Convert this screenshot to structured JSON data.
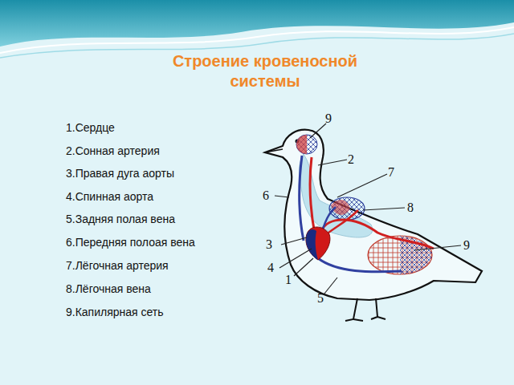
{
  "diagram": {
    "title": "Строение кровеносной системы",
    "labels": [
      "1.Сердце",
      "2.Сонная артерия",
      "3.Правая дуга аорты",
      "4.Спинная аорта",
      "5.Задняя полая вена",
      "6.Передняя полоая вена",
      "7.Лёгочная артерия",
      "8.Лёгочная вена",
      "9.Капилярная сеть",
      "9",
      "2",
      "7",
      "6",
      "8",
      "3",
      "9",
      "4",
      "1",
      "5"
    ]
  }
}
